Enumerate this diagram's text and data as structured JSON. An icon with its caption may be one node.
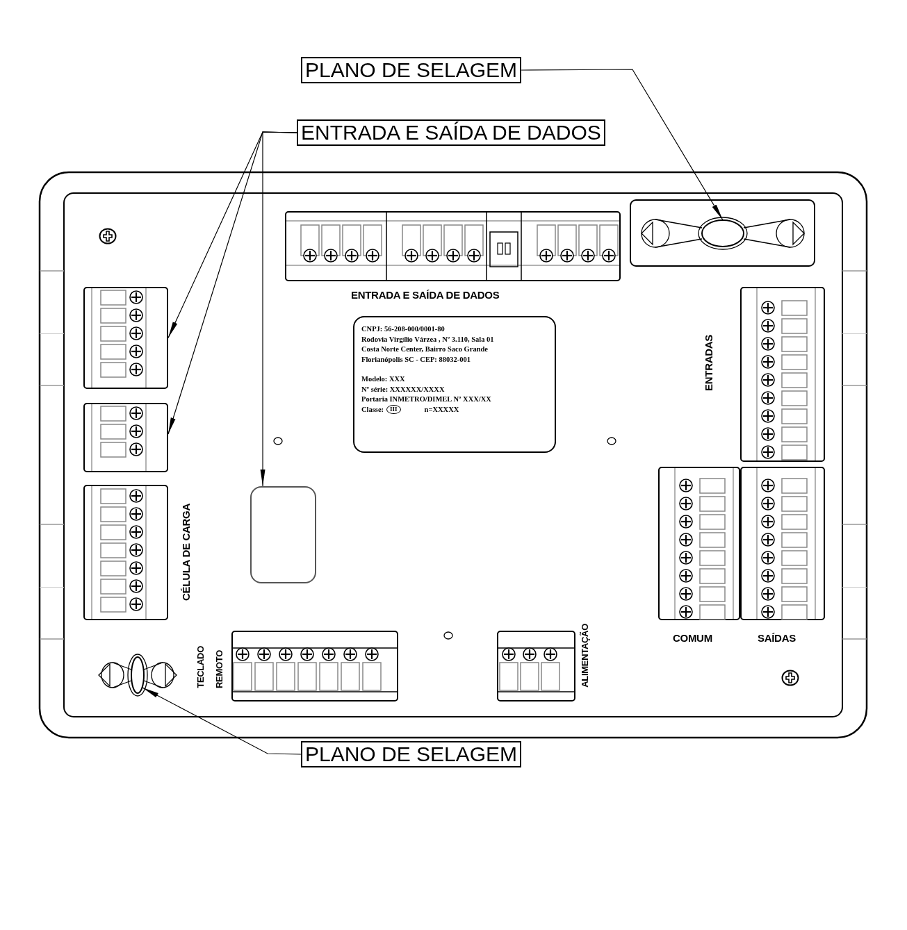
{
  "diagram": {
    "nodes": [
      {
        "text": [
          "PLANO DE SELAGEM"
        ]
      },
      {
        "text": [
          "ENTRADA E SAÍDA DE DADOS"
        ]
      },
      {
        "text": [],
        "shape": "picture"
      },
      {
        "text": [],
        "shape": "box"
      },
      {
        "text": [],
        "shape": "box"
      },
      {
        "text": [],
        "shape": "box"
      },
      {
        "text": [],
        "shape": "picture"
      },
      {
        "text": [
          "PLANO DE SELAGEM"
        ]
      },
      {
        "text": [
          "CNPJ: 56-208-000/0001-80",
          "Rodovia Virgílio Várzea , Nº 3.110, Sala 01",
          "Costa Norte Center, Bairro Saco Grande",
          "Florianópolis SC - CEP: 88032-001",
          "Modelo: XXX",
          "Nº série: XXXXXX/XXXX",
          "Portaria INMETRO/DIMEL Nº XXX/XX",
          "Classe:",
          "III",
          "n=XXXXX"
        ]
      },
      {
        "text": [],
        "shape": "box"
      },
      {
        "text": [],
        "shape": "box"
      },
      {
        "text": [],
        "shape": "box"
      },
      {
        "text": [],
        "shape": "box"
      },
      {
        "text": [],
        "shape": "box"
      },
      {
        "text": [],
        "shape": "box"
      },
      {
        "text": [],
        "shape": "box"
      }
    ],
    "edges": [
      {
        "from": 0,
        "to": 2,
        "arrow": "to"
      },
      {
        "from": 1,
        "to": 3,
        "arrow": "to"
      },
      {
        "from": 1,
        "to": 4,
        "arrow": "to"
      },
      {
        "from": 1,
        "to": 5,
        "arrow": "to"
      },
      {
        "from": 7,
        "to": 6,
        "arrow": "to"
      }
    ],
    "labels": [
      "ENTRADA E SAÍDA DE DADOS",
      "ENTRADAS",
      "CÉLULA DE CARGA",
      "COMUM",
      "SAÍDAS",
      "TECLADO",
      "REMOTO",
      "ALIMENTAÇÃO"
    ]
  }
}
